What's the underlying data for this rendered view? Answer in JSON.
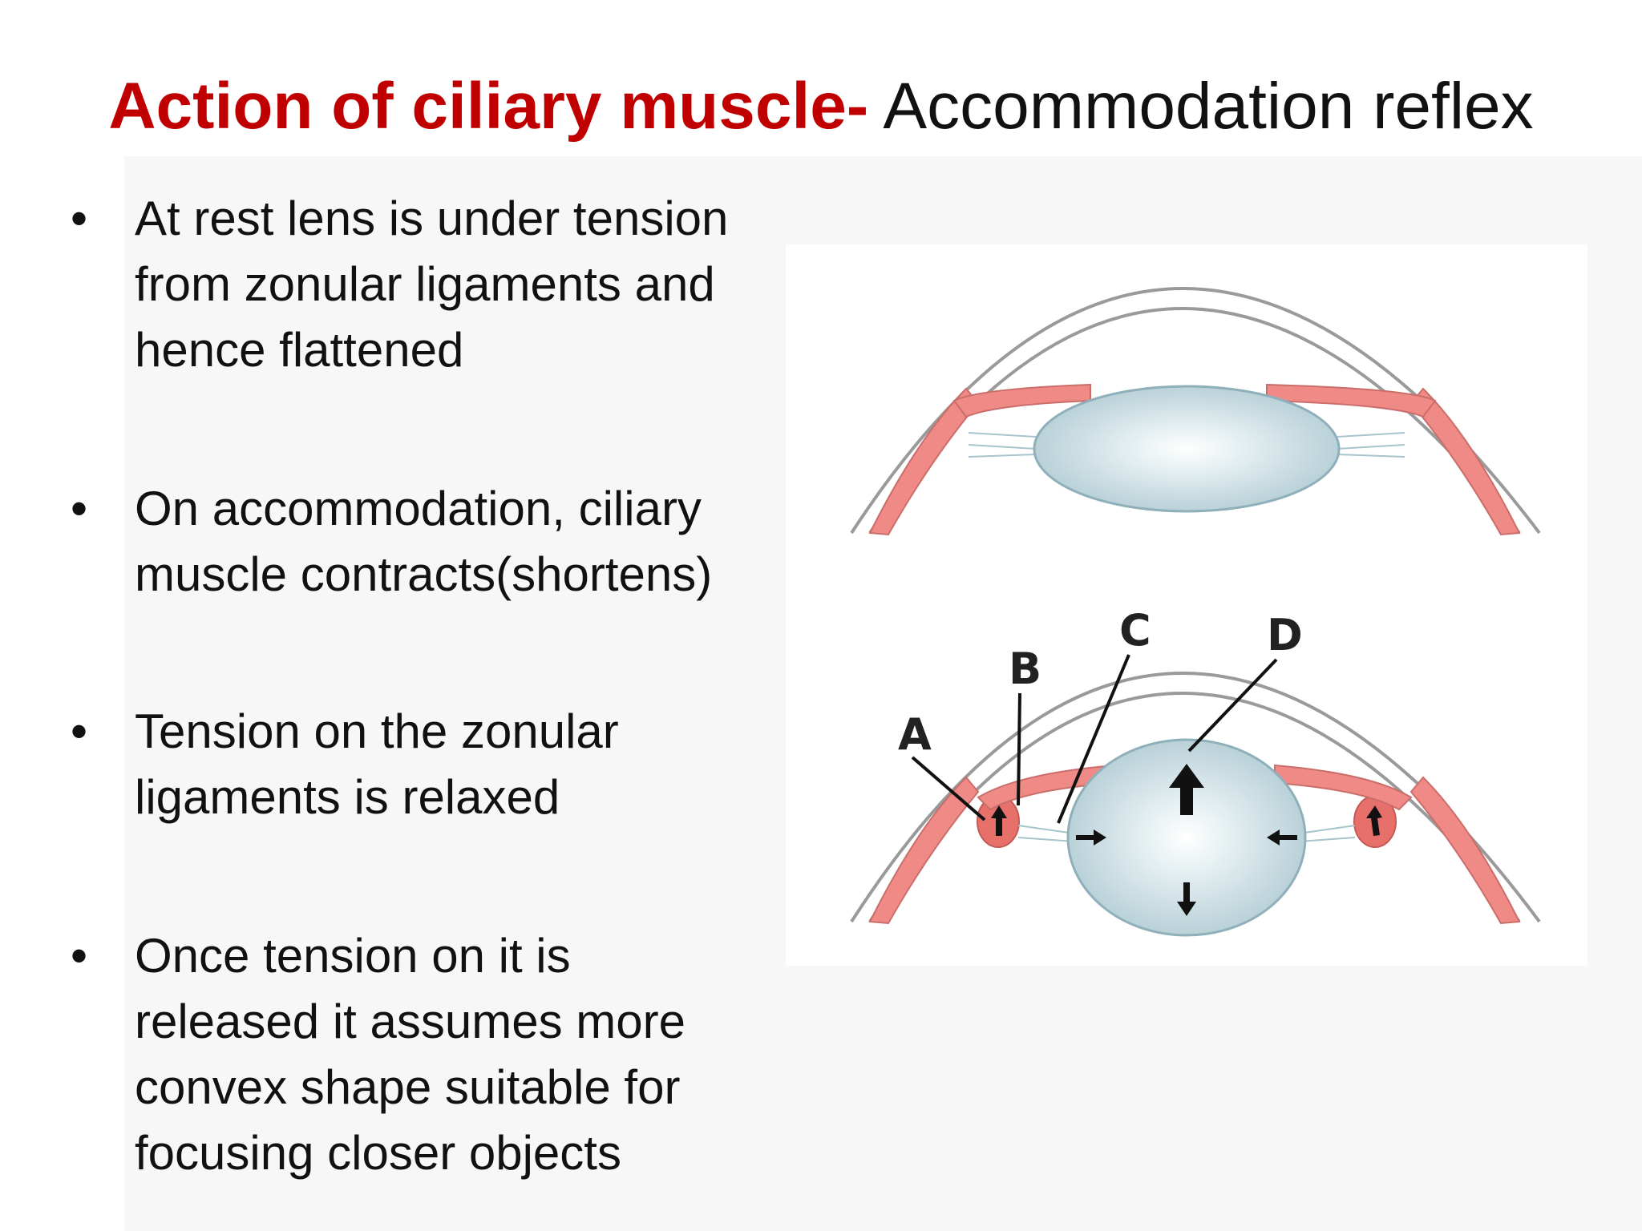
{
  "title": {
    "part1": "Action of ciliary muscle-",
    "part2": " Accommodation reflex"
  },
  "bullets": [
    {
      "lines": [
        "At rest lens is under tension",
        "from zonular ligaments and",
        "hence flattened"
      ]
    },
    {
      "lines": [
        "On accommodation, ciliary",
        "muscle contracts(shortens)"
      ]
    },
    {
      "lines": [
        "Tension on the zonular",
        "ligaments is relaxed"
      ]
    },
    {
      "lines": [
        "Once tension on it is",
        "released it assumes more",
        "convex shape suitable for",
        "focusing closer objects"
      ]
    }
  ],
  "figure_labels": {
    "a": "A",
    "b": "B",
    "c": "C",
    "d": "D"
  },
  "colors": {
    "title_accent": "#c00000",
    "muscle": "#ef8a86",
    "lens": "#c9dde2"
  }
}
